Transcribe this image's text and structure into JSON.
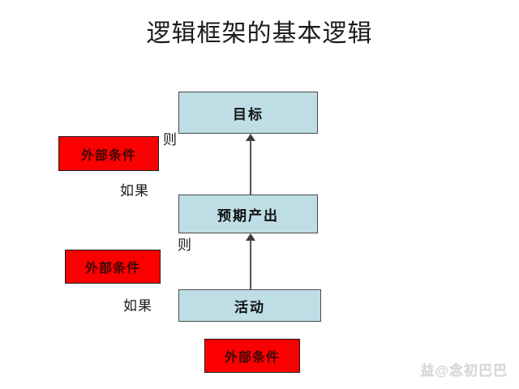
{
  "slide": {
    "title": "逻辑框架的基本逻辑",
    "background_color": "#ffffff"
  },
  "colors": {
    "box_fill_blue": "#bedde5",
    "box_fill_red": "#fb0000",
    "box_border": "#4a4a4a",
    "title_text": "#1a1a1a",
    "arrow": "#555555",
    "watermark_text": "#e2e2e2"
  },
  "nodes": [
    {
      "id": "goal",
      "label": "目标",
      "style": "blue"
    },
    {
      "id": "expected-output",
      "label": "预期产出",
      "style": "blue"
    },
    {
      "id": "activity",
      "label": "活动",
      "style": "blue"
    },
    {
      "id": "external-condition-top",
      "label": "外部条件",
      "style": "red"
    },
    {
      "id": "external-condition-middle",
      "label": "外部条件",
      "style": "red"
    },
    {
      "id": "external-condition-bottom",
      "label": "外部条件",
      "style": "red"
    }
  ],
  "connector_labels": [
    {
      "id": "then-upper",
      "label": "则"
    },
    {
      "id": "if-upper",
      "label": "如果"
    },
    {
      "id": "then-lower",
      "label": "则"
    },
    {
      "id": "if-lower",
      "label": "如果"
    }
  ],
  "arrows": [
    {
      "id": "activity-to-output",
      "direction": "up"
    },
    {
      "id": "output-to-goal",
      "direction": "up"
    }
  ],
  "watermark": {
    "text": "益@念初巴巴"
  }
}
